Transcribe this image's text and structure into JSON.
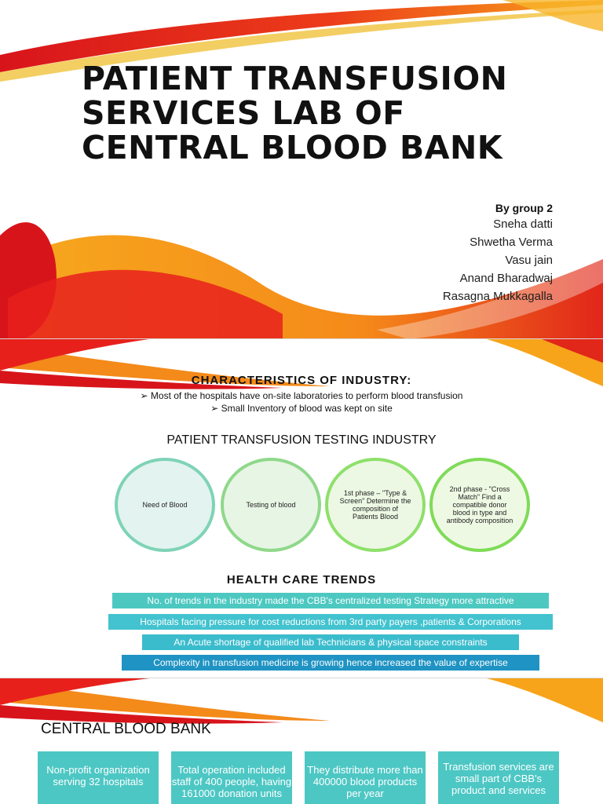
{
  "slide1": {
    "title_lines": [
      "PATIENT TRANSFUSION",
      "SERVICES LAB OF",
      "CENTRAL BLOOD BANK"
    ],
    "by_label": "By group 2",
    "authors": [
      "Sneha datti",
      "Shwetha Verma",
      "Vasu jain",
      "Anand Bharadwaj",
      "Rasagna Mukkagalla"
    ]
  },
  "slide2": {
    "characteristics_heading": "CHARACTERISTICS OF INDUSTRY:",
    "bullets": [
      "➢  Most of the hospitals have on-site laboratories to perform blood transfusion",
      "➢  Small Inventory of blood was kept on site"
    ],
    "testing_heading": "PATIENT TRANSFUSION TESTING INDUSTRY",
    "circles": [
      "Need of Blood",
      "Testing of blood",
      "1st phase – \"Type & Screen\" Determine the composition of Patients Blood",
      "2nd phase - \"Cross Match\" Find a compatible donor blood in type and antibody composition"
    ],
    "trends_heading": "HEALTH CARE TRENDS",
    "trends": [
      "No. of trends in the industry made the CBB's centralized testing Strategy more attractive",
      "Hospitals facing pressure for cost reductions from 3rd party payers ,patients & Corporations",
      "An Acute shortage of qualified lab Technicians & physical space constraints",
      "Complexity in transfusion medicine is growing hence increased the value of expertise"
    ]
  },
  "slide3": {
    "heading": "CENTRAL BLOOD BANK",
    "cards": [
      "Non-profit organization serving 32 hospitals",
      "Total operation included staff of 400 people, having 161000 donation units",
      "They distribute more than 400000 blood products per year",
      "Transfusion services are small part of CBB's product and services"
    ]
  },
  "colors": {
    "swoosh_red": "#d8141b",
    "swoosh_orange": "#f5a11b",
    "teal": "#4dc7c4",
    "blue": "#1f93c3",
    "green": "#8ed36b"
  }
}
